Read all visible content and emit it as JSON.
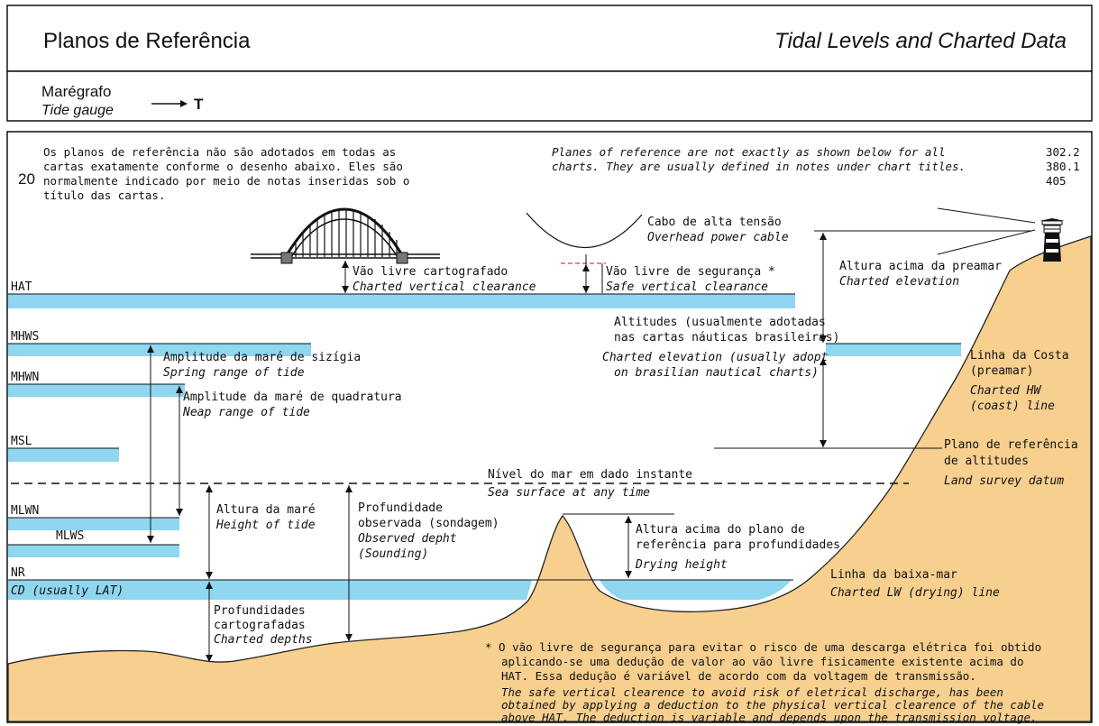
{
  "header": {
    "title_pt": "Planos de Referência",
    "title_en": "Tidal Levels and Charted Data"
  },
  "subheader": {
    "gauge_pt": "Marégrafo",
    "gauge_en": "Tide gauge",
    "symbol": "T"
  },
  "diagram": {
    "number": "20",
    "refs": [
      "302.2",
      "380.1",
      "405"
    ],
    "intro_pt": [
      "Os planos de referência não são adotados em todas as",
      "cartas exatamente conforme o desenho abaixo. Eles são",
      "normalmente indicado por meio de notas inseridas sob o",
      "título das cartas."
    ],
    "intro_en": [
      "Planes of reference are not exactly as shown below for all",
      "charts. They are usually defined in notes under chart titles."
    ],
    "levels": {
      "hat": "HAT",
      "mhws": "MHWS",
      "mhwn": "MHWN",
      "msl": "MSL",
      "mlwn": "MLWN",
      "mlws": "MLWS",
      "nr": "NR",
      "cd": "CD (usually LAT)"
    },
    "labels": {
      "cable_pt": "Cabo de alta tensão",
      "cable_en": "Overhead power cable",
      "bridge_pt": "Vão livre cartografado",
      "bridge_en": "Charted vertical clearance",
      "safe_pt": "Vão livre de segurança *",
      "safe_en": "Safe vertical clearance",
      "elev_pt": "Altura acima da preamar",
      "elev_en": "Charted elevation",
      "alt_pt1": "Altitudes (usualmente adotadas",
      "alt_pt2": "nas cartas náuticas brasileiras)",
      "alt_en1": "Charted elevation (usually adopt",
      "alt_en2": "on brasilian nautical charts)",
      "coast_pt1": "Linha da Costa",
      "coast_pt2": "(preamar)",
      "coast_en1": "Charted HW",
      "coast_en2": "(coast) line",
      "spring_pt": "Amplitude da maré de sizígia",
      "spring_en": "Spring range of tide",
      "neap_pt": "Amplitude da maré de quadratura",
      "neap_en": "Neap range of tide",
      "landdatum_pt1": "Plano de referência",
      "landdatum_pt2": "de altitudes",
      "landdatum_en": "Land survey datum",
      "sea_pt": "Nível do mar em dado instante",
      "sea_en": "Sea surface at any time",
      "hot_pt": "Altura da maré",
      "hot_en": "Height of tide",
      "sound_pt1": "Profundidade",
      "sound_pt2": "observada (sondagem)",
      "sound_en1": "Observed depht",
      "sound_en2": "(Sounding)",
      "dry_pt1": "Altura acima do plano de",
      "dry_pt2": "referência para profundidades",
      "dry_en": "Drying height",
      "lw_pt": "Linha da baixa-mar",
      "lw_en": "Charted LW (drying) line",
      "depth_pt1": "Profundidades",
      "depth_pt2": "cartografadas",
      "depth_en": "Charted depths"
    },
    "footnote_pt": [
      "* O vão livre de segurança para evitar o risco de uma descarga elétrica foi obtido",
      "aplicando-se uma dedução de valor ao vão livre fisicamente  existente acima do",
      "HAT. Essa dedução é variável de acordo com da voltagem de transmissão."
    ],
    "footnote_en": [
      "The  safe  vertical  clearence  to  avoid  risk  of  eletrical  discharge,  has  been",
      "obtained by applying a deduction to the physical vertical clearence of the cable",
      "above HAT. The deduction is variable and depends upon the transmission voltage."
    ]
  },
  "colors": {
    "water": "#8fd6f0",
    "land": "#f7cf8f",
    "line": "#111111",
    "safe": "#e0307a"
  }
}
